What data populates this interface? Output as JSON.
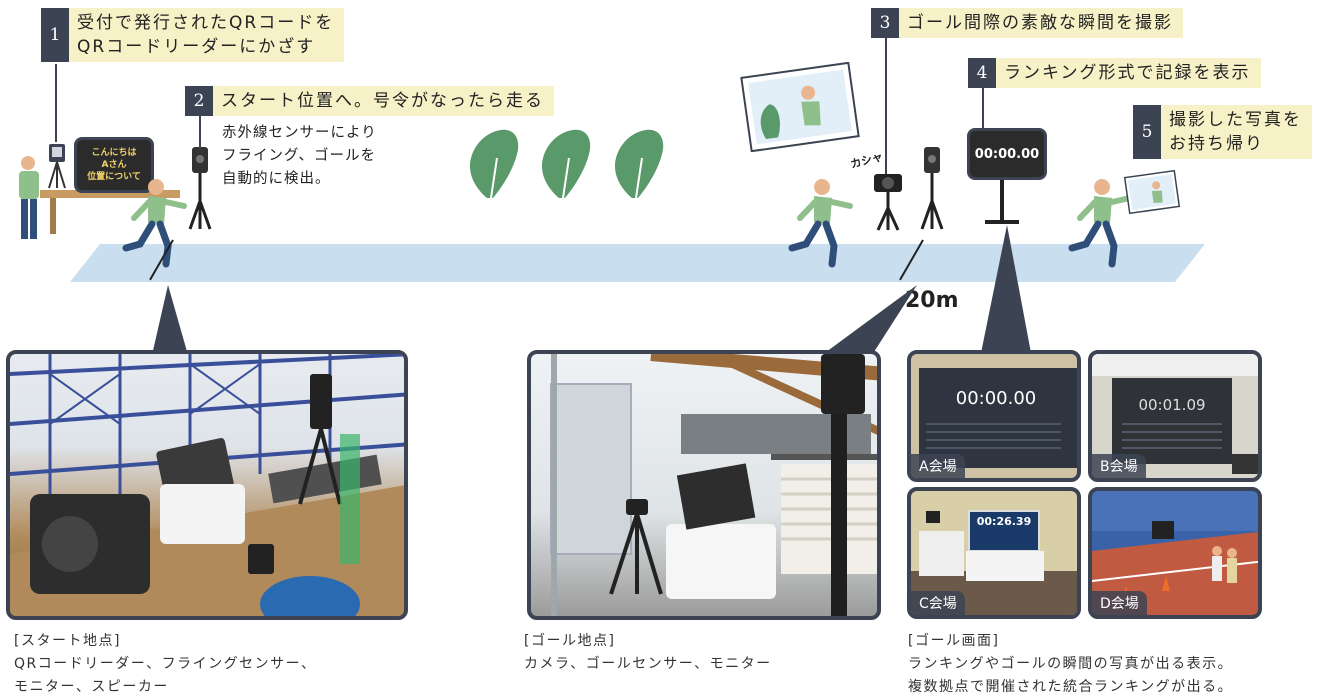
{
  "steps": [
    {
      "num": "1",
      "label": "受付で発行されたQRコードを\nQRコードリーダーにかざす"
    },
    {
      "num": "2",
      "label": "スタート位置へ。号令がなったら走る"
    },
    {
      "num": "3",
      "label": "ゴール間際の素敵な瞬間を撮影"
    },
    {
      "num": "4",
      "label": "ランキング形式で記録を表示"
    },
    {
      "num": "5",
      "label": "撮影した写真を\nお持ち帰り"
    }
  ],
  "sensor_note": "赤外線センサーにより\nフライング、ゴールを\n自動的に検出。",
  "monitor_text": {
    "line1": "こんにちは",
    "line2": "Aさん",
    "line3": "位置について"
  },
  "shutter_sound": "カシャ",
  "goal_display_time": "00:00.00",
  "distance": "20m",
  "photos": {
    "start_panel": {
      "caption_title": "[スタート地点]",
      "caption_body": "QRコードリーダー、フライングセンサー、\nモニター、スピーカー"
    },
    "goal_panel": {
      "caption_title": "[ゴール地点]",
      "caption_body": "カメラ、ゴールセンサー、モニター"
    },
    "screen_panel": {
      "caption_title": "[ゴール画面]",
      "caption_body": "ランキングやゴールの瞬間の写真が出る表示。\n複数拠点で開催された統合ランキングが出る。",
      "venues": [
        {
          "label": "A会場",
          "time": "00:00.00"
        },
        {
          "label": "B会場",
          "time": "00:01.09"
        },
        {
          "label": "C会場",
          "time": "00:26.39"
        },
        {
          "label": "D会場"
        }
      ]
    }
  },
  "colors": {
    "dark": "#3c4454",
    "label_bg": "#f7f1c7",
    "track": "#c9dff0",
    "tree": "#5a9a6a",
    "shirt": "#8fbf8a",
    "pants": "#2f4f7a"
  }
}
